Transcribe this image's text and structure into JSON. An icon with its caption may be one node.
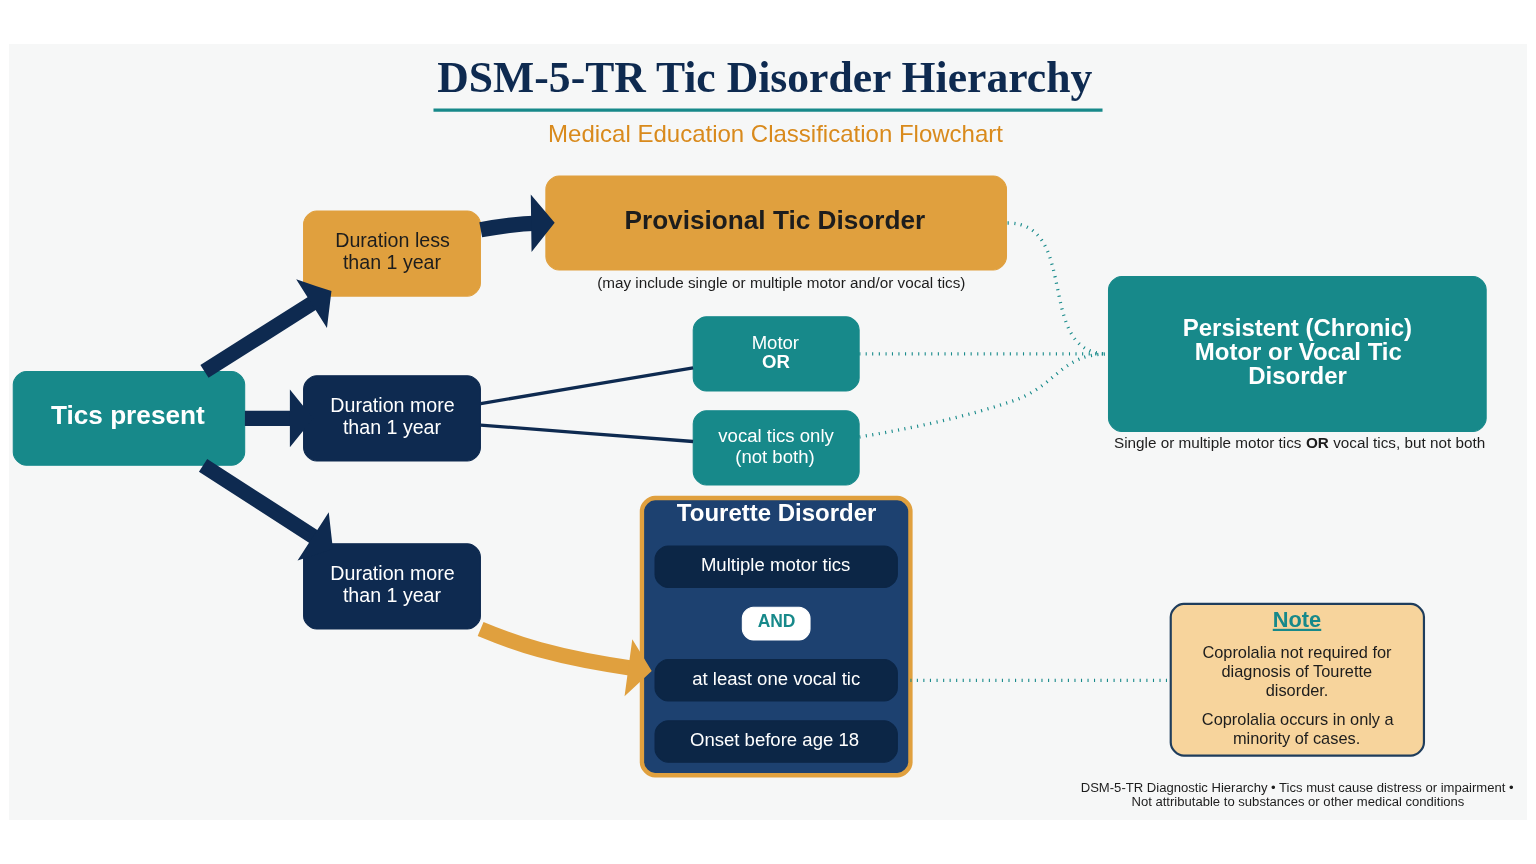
{
  "diagram": {
    "title": "DSM-5-TR Tic Disorder Hierarchy",
    "nodes": [
      {
        "text": [
          "Tics present"
        ]
      },
      {
        "text": [
          "Duration less than 1 year"
        ]
      },
      {
        "text": [
          "Provisional Tic Disorder"
        ],
        "beside": [
          "(may include single or multiple motor and/or vocal tics)"
        ]
      },
      {
        "text": [
          "Duration more than 1 year"
        ]
      },
      {
        "text": [
          "Motor **OR**"
        ]
      },
      {
        "text": [
          "vocal tics only (not both)"
        ]
      },
      {
        "text": [
          "Persistent (Chronic) Motor or Vocal Tic Disorder"
        ],
        "beside": [
          "Single or multiple motor tics **OR** vocal tics, but not both"
        ]
      },
      {
        "text": [
          "Duration more than 1 year"
        ]
      },
      {
        "text": [
          "Tourette Disorder"
        ]
      },
      {
        "text": [
          "Multiple motor tics"
        ],
        "in": 8
      },
      {
        "text": [
          "AND"
        ],
        "in": 8
      },
      {
        "text": [
          "at least one vocal tic"
        ],
        "in": 8
      },
      {
        "text": [
          "Onset before age 18"
        ],
        "in": 8
      },
      {
        "text": [
          "Note",
          "Coprolalia not required for diagnosis of Tourette disorder.",
          "Coprolalia occurs in only a minority of cases."
        ]
      }
    ],
    "edges": [
      {
        "from": 0,
        "to": 1,
        "arrow": "to",
        "style": "thick"
      },
      {
        "from": 0,
        "to": 3,
        "arrow": "to",
        "style": "thick"
      },
      {
        "from": 0,
        "to": 7,
        "arrow": "to",
        "style": "thick"
      },
      {
        "from": 1,
        "to": 2,
        "arrow": "to",
        "style": "thick"
      },
      {
        "from": 3,
        "to": 4,
        "arrow": "none"
      },
      {
        "from": 3,
        "to": 5,
        "arrow": "none"
      },
      {
        "from": 4,
        "to": 6,
        "arrow": "none",
        "style": "dashed",
        "color": "#178a8a"
      },
      {
        "from": 5,
        "to": 6,
        "arrow": "none",
        "style": "dashed",
        "color": "#178a8a"
      },
      {
        "from": 2,
        "to": 6,
        "arrow": "none",
        "style": "dashed",
        "color": "#178a8a"
      },
      {
        "from": 7,
        "to": 8,
        "arrow": "to",
        "style": "thick",
        "color": "#e0a03e"
      },
      {
        "from": 8,
        "to": 13,
        "arrow": "none",
        "style": "dashed",
        "color": "#178a8a"
      }
    ],
    "labels": [
      "Medical Education Classification Flowchart",
      "DSM-5-TR Diagnostic Hierarchy • Tics must cause distress or impairment • Not attributable to substances or other medical conditions"
    ]
  }
}
